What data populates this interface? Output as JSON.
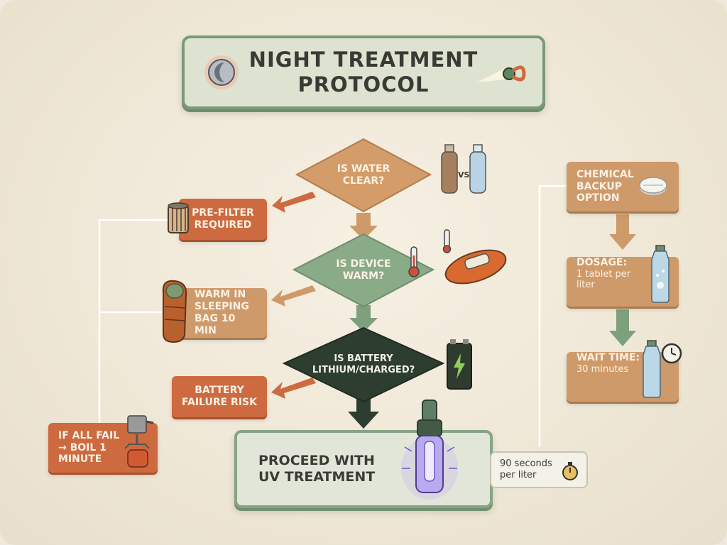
{
  "title": "NIGHT TREATMENT PROTOCOL",
  "decisions": {
    "water_clear": "IS WATER CLEAR?",
    "device_warm": "IS DEVICE WARM?",
    "battery": "IS BATTERY LITHIUM/CHARGED?"
  },
  "actions": {
    "pre_filter": "PRE-FILTER REQUIRED",
    "warm_bag": "WARM IN SLEEPING BAG 10 MIN",
    "battery_failure": "BATTERY FAILURE RISK",
    "boil": "IF ALL FAIL → BOIL 1 MINUTE"
  },
  "vs_label": "VS",
  "proceed": "PROCEED WITH UV TREATMENT",
  "uv_time": "90 seconds per liter",
  "chemical": {
    "backup": "CHEMICAL BACKUP OPTION",
    "dosage_title": "DOSAGE:",
    "dosage_text": "1 tablet per liter",
    "wait_title": "WAIT TIME:",
    "wait_text": "30 minutes"
  },
  "colors": {
    "orange": "#cd6a3f",
    "tan": "#cf9a6a",
    "sage": "#86a385",
    "dark_green": "#2d3d30",
    "background": "#efe7d6"
  },
  "icons": [
    "moon-icon",
    "headlamp-icon",
    "bottles-icon",
    "thermometer-icon",
    "warming-pouch-icon",
    "filter-icon",
    "sleeping-bag-icon",
    "battery-icon",
    "stove-icon",
    "uv-pen-icon",
    "stopwatch-icon",
    "tablet-icon",
    "water-bottle-icon",
    "clock-icon"
  ]
}
